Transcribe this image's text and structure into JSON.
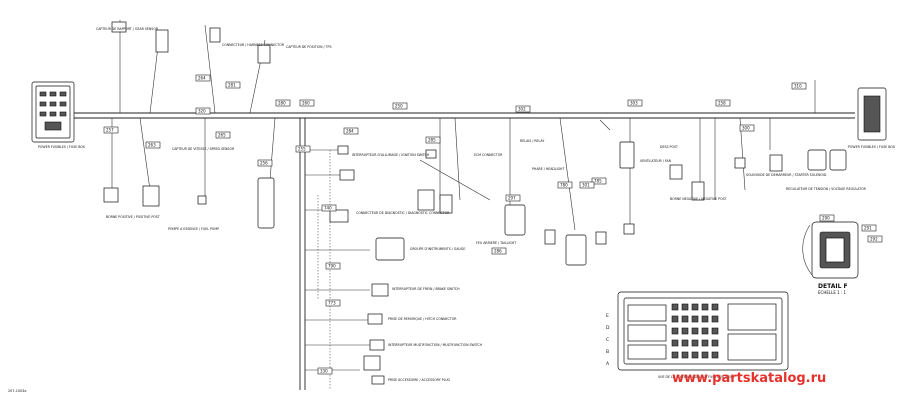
{
  "detail": {
    "title": "DETAIL F",
    "scale": "ECHELLE 1 : 1"
  },
  "watermark": "www.partskatalog.ru",
  "fuse_box_rows": [
    "A",
    "B",
    "C",
    "D",
    "E"
  ],
  "ref_number": "207-1003a",
  "main_tags": {
    "t280": "280",
    "t260": "260",
    "t250": "250",
    "t258": "258",
    "t300": "300",
    "t257": "257",
    "t256": "256",
    "t255": "255",
    "t263": "263",
    "t264": "264",
    "t265": "265",
    "t297": "297",
    "t740": "740",
    "t780": "780",
    "t785": "785",
    "t790": "790",
    "t773": "773",
    "t281": "281",
    "t284": "284",
    "t285": "285",
    "t286": "286",
    "t290": "290",
    "t291": "291",
    "t292": "292",
    "t301": "301",
    "t302": "302",
    "t303": "303",
    "t310": "310",
    "t320": "320",
    "t330": "330"
  },
  "captions": {
    "fuse_box_left": "POWER FUSIBLES / FUSE BOX",
    "fuse_box_right": "POWER FUSIBLES / FUSE BOX",
    "connector_top": "CONNECTEUR / HARNESS CONNECTOR",
    "ignition": "INTERRUPTEUR D'ALLUMAGE / IGNITION SWITCH",
    "diag": "CONNECTEUR DE DIAGNOSTIC / DIAGNOSTIC CONNECTOR",
    "cluster": "GROUPE D'INSTRUMENTS / GAUGE",
    "voltage_reg": "REGULATEUR DE TENSION / VOLTAGE REGULATOR",
    "starter": "SOLENOIDE DE DEMARREUR / STARTER SOLENOID",
    "neg_post": "BORNE NEGATIVE / NEGATIVE POST",
    "pos_post": "BORNE POSITIVE / POSITIVE POST",
    "brake": "INTERRUPTEUR DE FREIN / BRAKE SWITCH",
    "hitch": "PRISE DE REMORQUE / HITCH CONNECTOR",
    "multifunction": "INTERRUPTEUR MULTIFONCTION / MULTIFUNCTION SWITCH",
    "accessory": "PRISE ACCESSOIRE / ACCESSORY PLUG",
    "ecm": "ECM CONNECTOR",
    "relay": "RELAIS / RELAY",
    "headlight": "PHARE / HEADLIGHT",
    "taillight": "FEU ARRIERE / TAILLIGHT",
    "fan": "VENTILATEUR / FAN",
    "dess": "DESS POST",
    "fuel_pump": "POMPE A ESSENCE / FUEL PUMP",
    "speed": "CAPTEUR DE VITESSE / SPEED SENSOR",
    "throttle": "CAPTEUR DE POSITION / TPS",
    "gear": "CAPTEUR DE RAPPORT / GEAR SENSOR",
    "fuse_box_view": "VUE DE LA BOITE A FUSIBLES / FUSE BOX VIEW"
  }
}
